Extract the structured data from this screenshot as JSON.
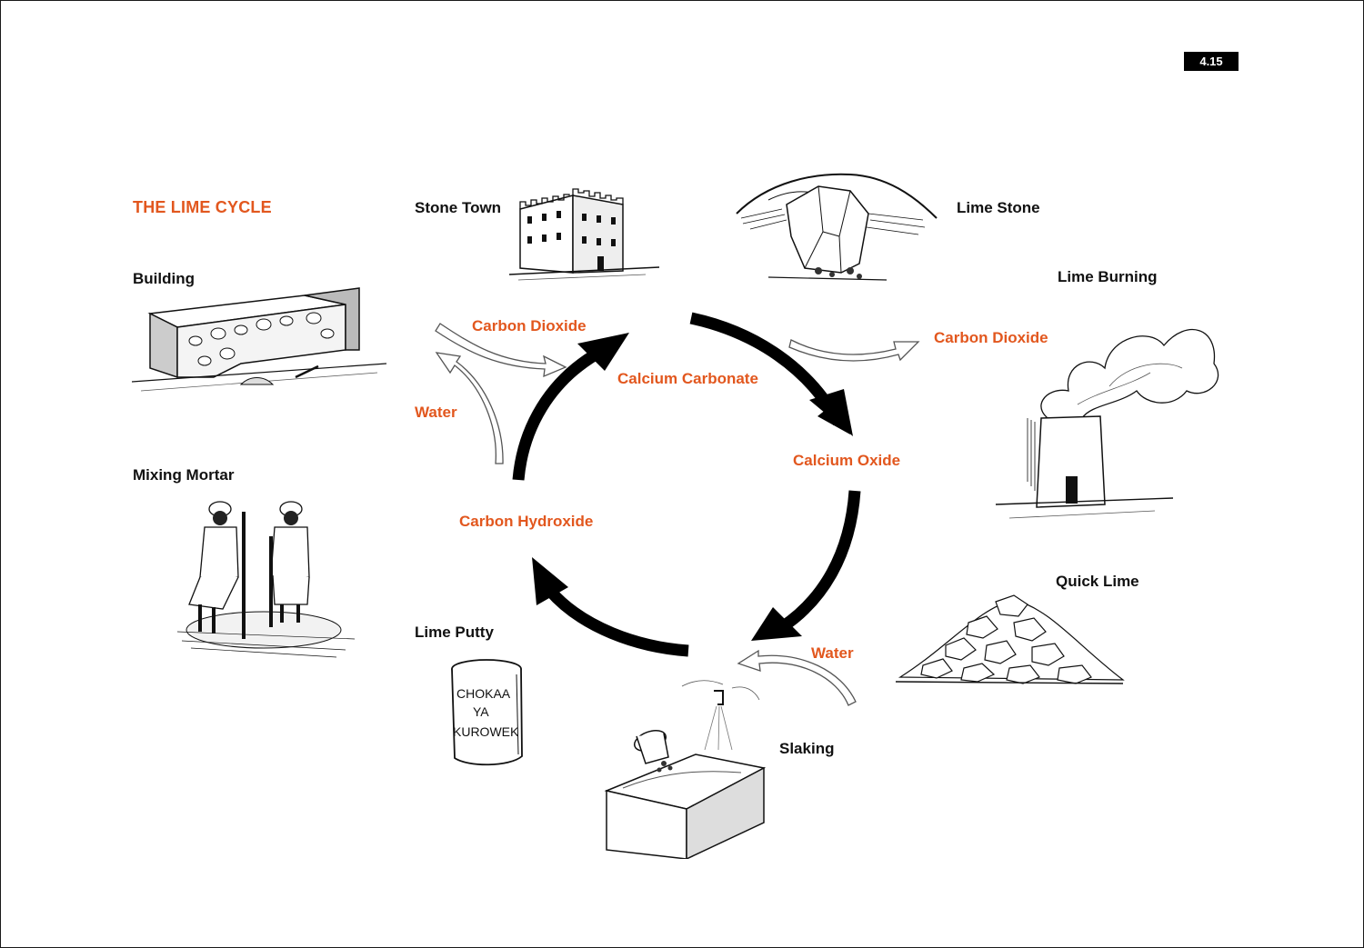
{
  "page": {
    "number": "4.15"
  },
  "title": "THE LIME CYCLE",
  "colors": {
    "accent": "#e2571e",
    "ink": "#111111"
  },
  "stages": {
    "stone_town": "Stone Town",
    "lime_stone": "Lime Stone",
    "lime_burning": "Lime Burning",
    "quick_lime": "Quick Lime",
    "slaking": "Slaking",
    "lime_putty": "Lime Putty",
    "mixing_mortar": "Mixing Mortar",
    "building": "Building"
  },
  "compounds": {
    "calcium_carbonate": "Calcium Carbonate",
    "calcium_oxide": "Calcium Oxide",
    "carbon_hydroxide": "Carbon Hydroxide"
  },
  "flows": {
    "co2_left": "Carbon Dioxide",
    "co2_right": "Carbon Dioxide",
    "water_left": "Water",
    "water_right": "Water"
  },
  "putty_can_text": [
    "CHOKAA",
    "YA",
    "KUROWEK"
  ],
  "icons": [
    "stone-town-illustration",
    "limestone-quarry-illustration",
    "kiln-smoke-illustration",
    "quick-lime-pile-illustration",
    "slaking-tank-illustration",
    "lime-putty-can-illustration",
    "mixing-mortar-illustration",
    "building-wall-illustration"
  ]
}
